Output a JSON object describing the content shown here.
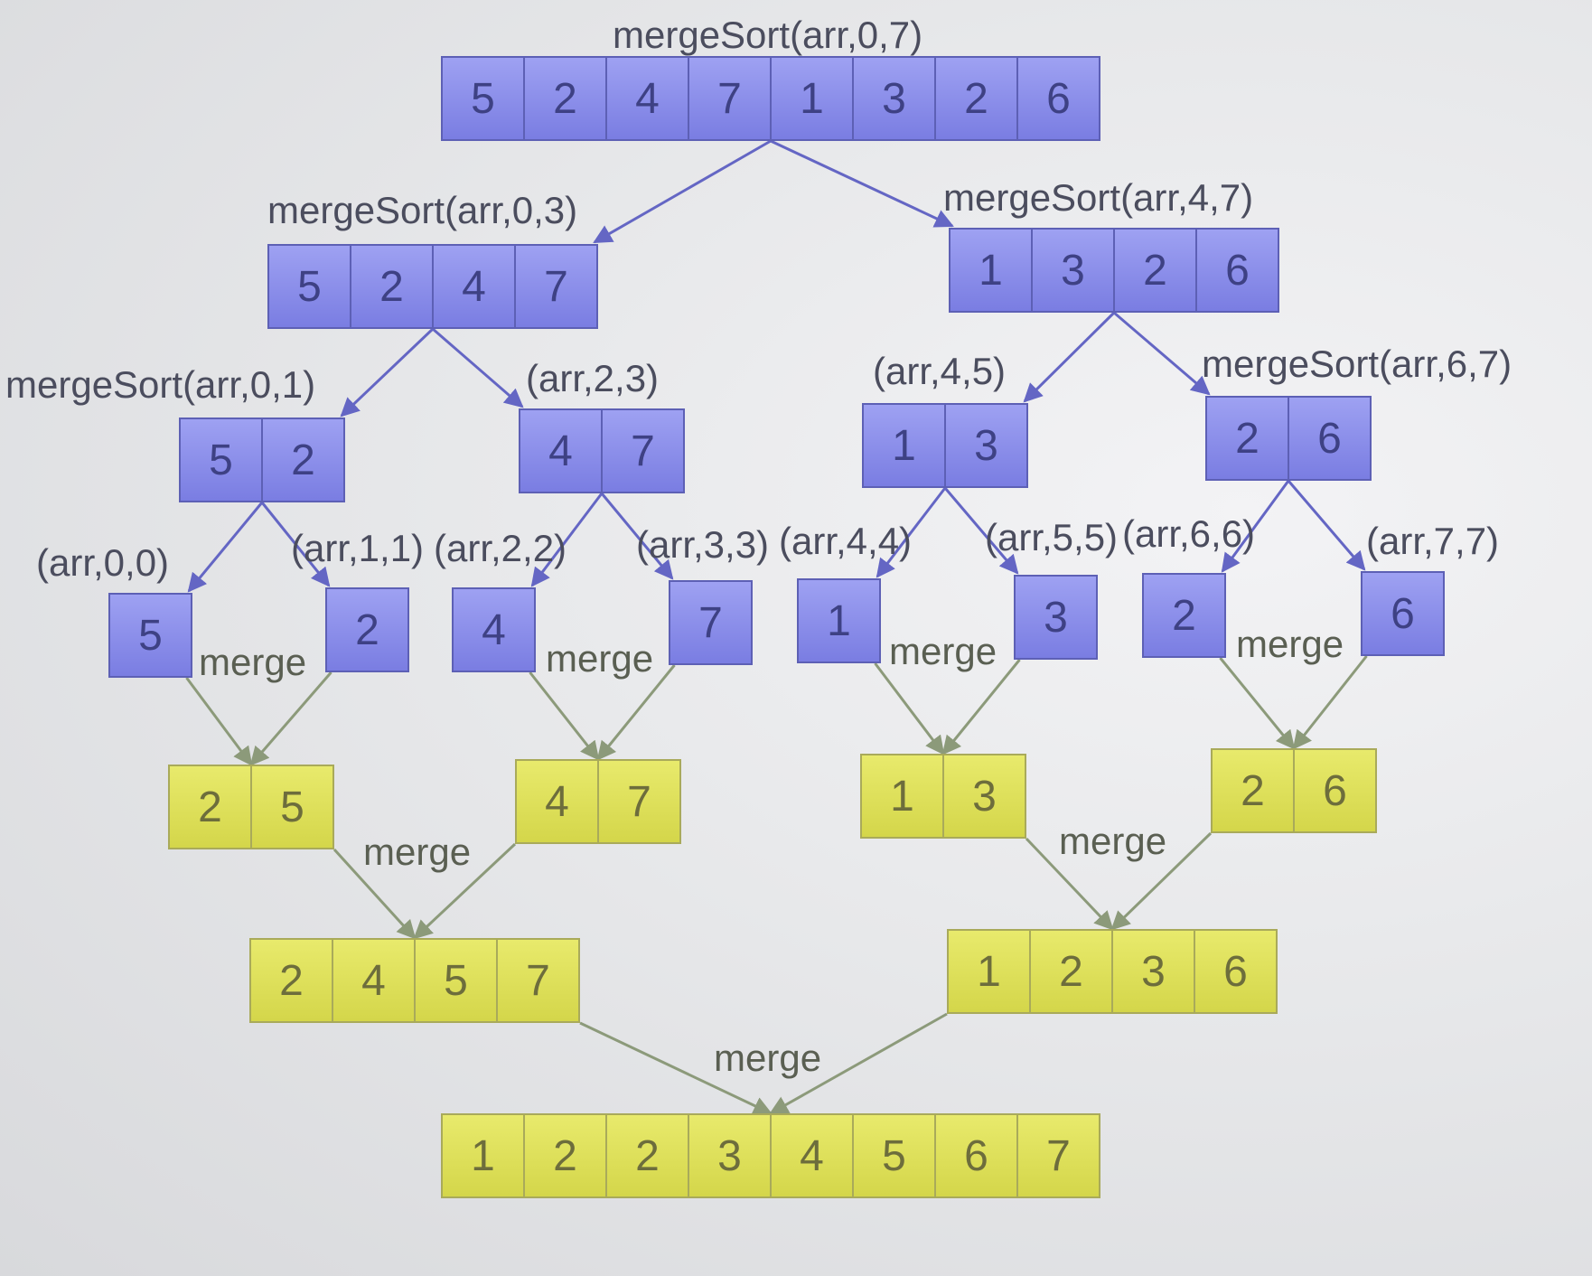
{
  "nodes": {
    "root": {
      "label": "mergeSort(arr,0,7)",
      "values": [
        "5",
        "2",
        "4",
        "7",
        "1",
        "3",
        "2",
        "6"
      ],
      "color": "#8a8df0"
    },
    "l": {
      "label": "mergeSort(arr,0,3)",
      "values": [
        "5",
        "2",
        "4",
        "7"
      ]
    },
    "r": {
      "label": "mergeSort(arr,4,7)",
      "values": [
        "1",
        "3",
        "2",
        "6"
      ]
    },
    "ll": {
      "label": "mergeSort(arr,0,1)",
      "values": [
        "5",
        "2"
      ]
    },
    "lr": {
      "label": "(arr,2,3)",
      "values": [
        "4",
        "7"
      ]
    },
    "rl": {
      "label": "(arr,4,5)",
      "values": [
        "1",
        "3"
      ]
    },
    "rr": {
      "label": "mergeSort(arr,6,7)",
      "values": [
        "2",
        "6"
      ]
    },
    "lll": {
      "label": "(arr,0,0)",
      "values": [
        "5"
      ]
    },
    "llr": {
      "label": "(arr,1,1)",
      "values": [
        "2"
      ]
    },
    "lrl": {
      "label": "(arr,2,2)",
      "values": [
        "4"
      ]
    },
    "lrr": {
      "label": "(arr,3,3)",
      "values": [
        "7"
      ]
    },
    "rll": {
      "label": "(arr,4,4)",
      "values": [
        "1"
      ]
    },
    "rlr": {
      "label": "(arr,5,5)",
      "values": [
        "3"
      ]
    },
    "rrl": {
      "label": "(arr,6,6)",
      "values": [
        "2"
      ]
    },
    "rrr": {
      "label": "(arr,7,7)",
      "values": [
        "6"
      ]
    },
    "m_ll": {
      "values": [
        "2",
        "5"
      ]
    },
    "m_lr": {
      "values": [
        "4",
        "7"
      ]
    },
    "m_rl": {
      "values": [
        "1",
        "3"
      ]
    },
    "m_rr": {
      "values": [
        "2",
        "6"
      ]
    },
    "m_l": {
      "values": [
        "2",
        "4",
        "5",
        "7"
      ]
    },
    "m_r": {
      "values": [
        "1",
        "2",
        "3",
        "6"
      ]
    },
    "m_root": {
      "values": [
        "1",
        "2",
        "2",
        "3",
        "4",
        "5",
        "6",
        "7"
      ]
    }
  },
  "merge_label": "merge",
  "colors": {
    "split_box": "#8a8df0",
    "merge_box": "#dcde58",
    "split_arrow": "#6466c4",
    "merge_arrow": "#8c9a7a"
  }
}
